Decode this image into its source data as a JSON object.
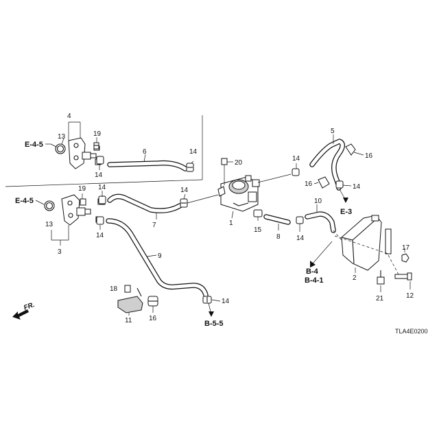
{
  "diagram": {
    "code": "TLA4E0200",
    "direction": "FR.",
    "part_labels": {
      "p1": "1",
      "p2": "2",
      "p3": "3",
      "p4": "4",
      "p5": "5",
      "p6": "6",
      "p7": "7",
      "p8": "8",
      "p9": "9",
      "p10": "10",
      "p11": "11",
      "p12": "12",
      "p13a": "13",
      "p13b": "13",
      "p14a": "14",
      "p14b": "14",
      "p14c": "14",
      "p14d": "14",
      "p14e": "14",
      "p14f": "14",
      "p14g": "14",
      "p14h": "14",
      "p14i": "14",
      "p15": "15",
      "p16a": "16",
      "p16b": "16",
      "p16c": "16",
      "p17": "17",
      "p18": "18",
      "p19a": "19",
      "p19b": "19",
      "p20": "20",
      "p21": "21"
    },
    "references": {
      "e45_top": "E-4-5",
      "e45_mid": "E-4-5",
      "e3": "E-3",
      "b4": "B-4",
      "b41": "B-4-1",
      "b55": "B-5-5"
    }
  }
}
